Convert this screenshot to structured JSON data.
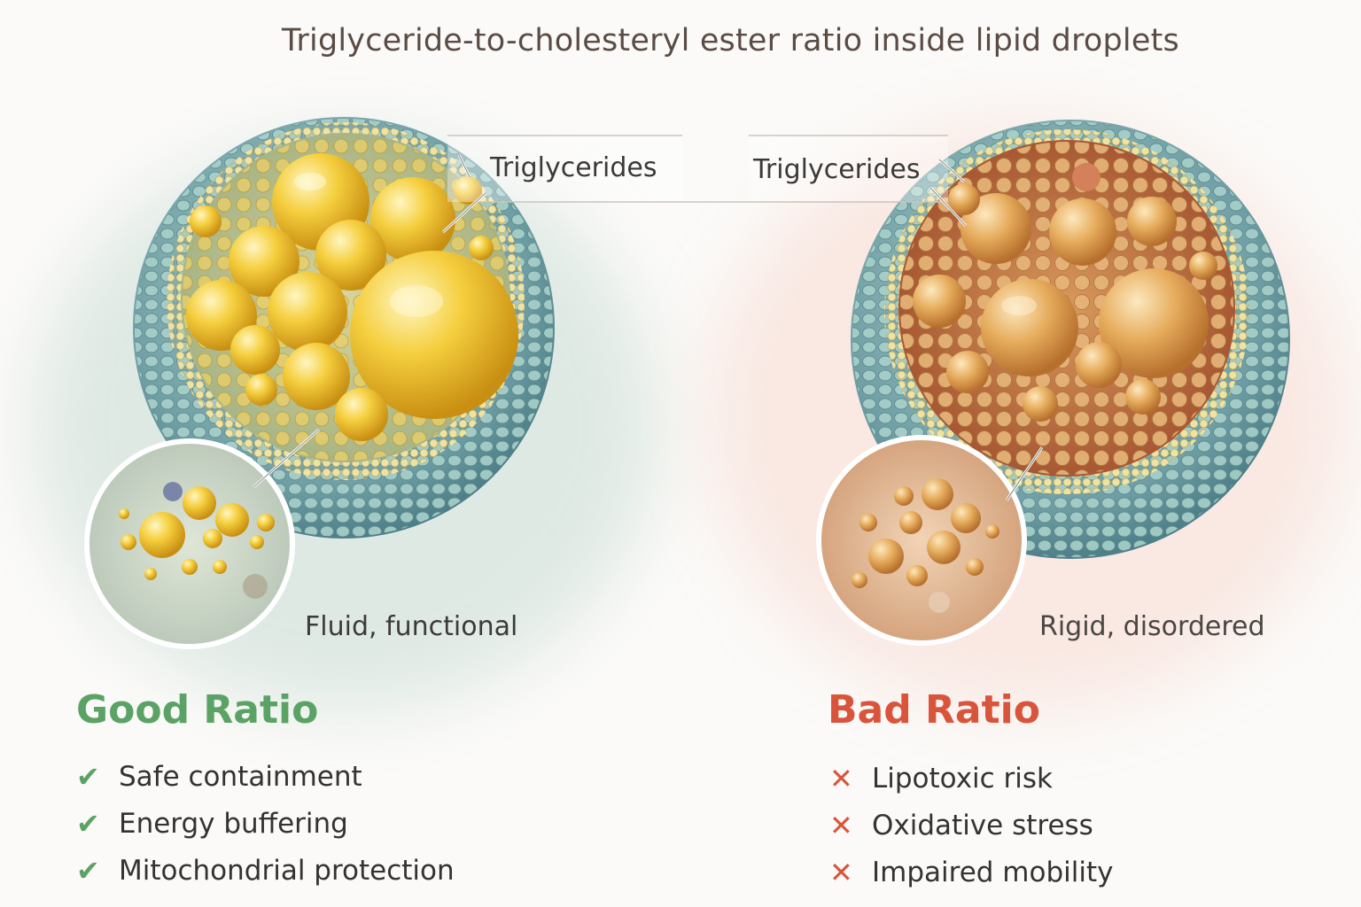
{
  "title": "Triglyceride-to-cholesteryl ester ratio inside lipid droplets",
  "colors": {
    "good_accent": "#5aa365",
    "bad_accent": "#d8553c",
    "text": "#3b3a38",
    "good_lipid": "#f2c53a",
    "bad_lipid": "#e5a85a",
    "membrane": "#7fb3b3"
  },
  "good": {
    "callout": "Triglycerides",
    "caption": "Fluid, functional",
    "heading": "Good Ratio",
    "items": [
      {
        "icon": "check-icon",
        "glyph": "✔",
        "text": "Safe containment"
      },
      {
        "icon": "check-icon",
        "glyph": "✔",
        "text": "Energy buffering"
      },
      {
        "icon": "check-icon",
        "glyph": "✔",
        "text": "Mitochondrial protection"
      }
    ]
  },
  "bad": {
    "callout": "Triglycerides",
    "caption": "Rigid, disordered",
    "heading": "Bad Ratio",
    "items": [
      {
        "icon": "cross-icon",
        "glyph": "✕",
        "text": "Lipotoxic risk"
      },
      {
        "icon": "cross-icon",
        "glyph": "✕",
        "text": "Oxidative stress"
      },
      {
        "icon": "cross-icon",
        "glyph": "✕",
        "text": "Impaired mobility"
      }
    ]
  }
}
